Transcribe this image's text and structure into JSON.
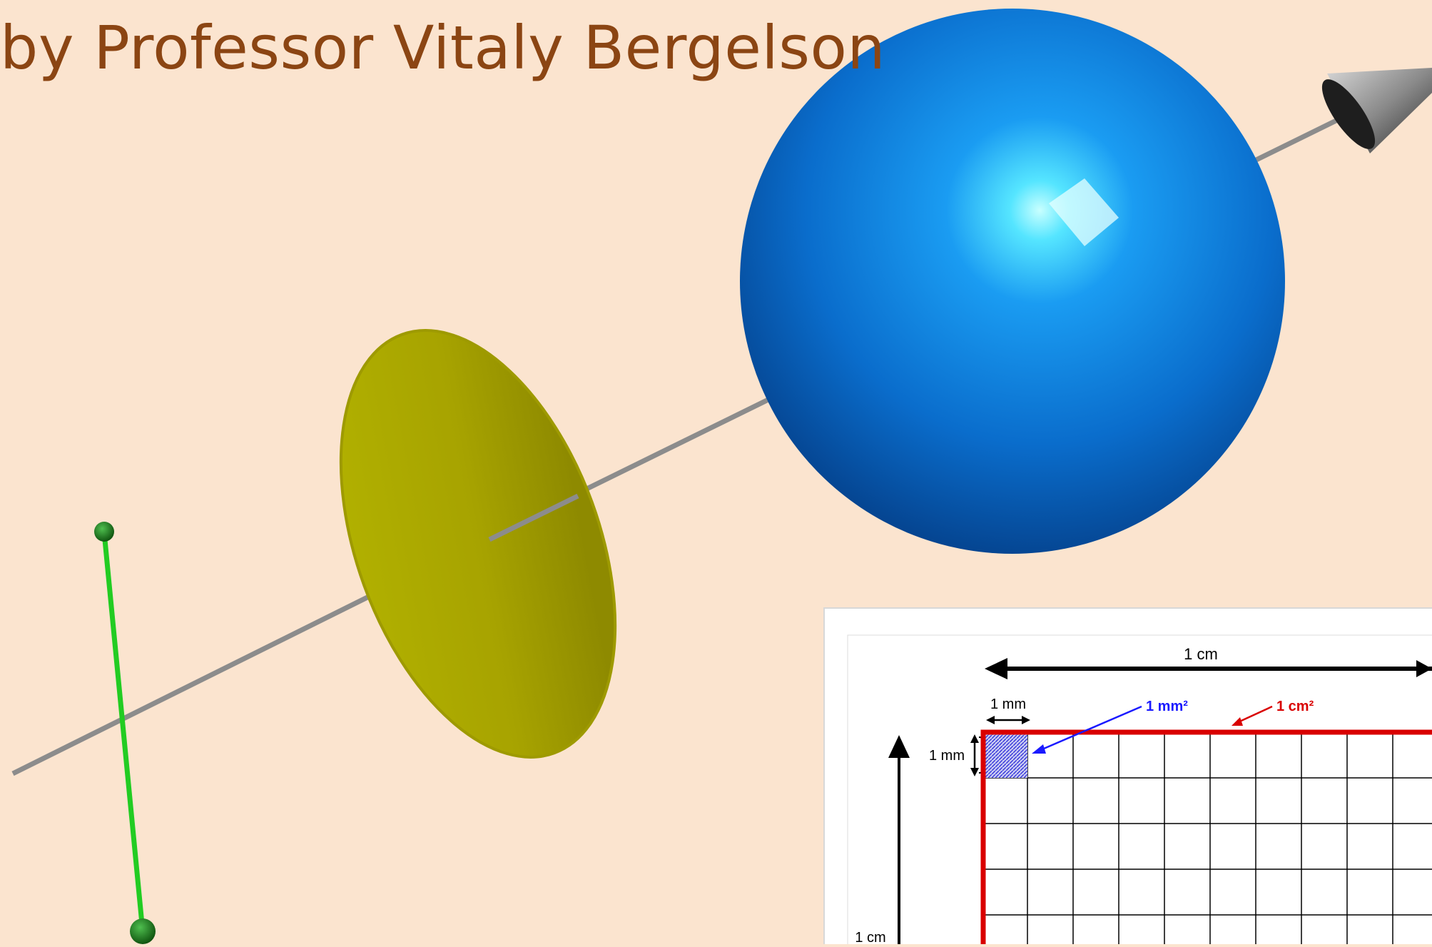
{
  "header": {
    "author_line": "by Professor Vitaly Bergelson"
  },
  "inset_diagram": {
    "top_dimension_label": "1 cm",
    "small_square_width_label": "1 mm",
    "small_square_height_label": "1 mm",
    "small_area_label": "1 mm²",
    "large_area_label": "1 cm²",
    "side_dimension_label": "1 cm"
  },
  "colors": {
    "background": "#fbe4cf",
    "title_text": "#8b4513",
    "sphere": "#0a7de0",
    "disk": "#a8a600",
    "segment": "#22cc22",
    "axis_line": "#8c8c8c",
    "cone": "#6e6e6e",
    "area_square": "#d90000",
    "small_area": "#1a1aff"
  }
}
